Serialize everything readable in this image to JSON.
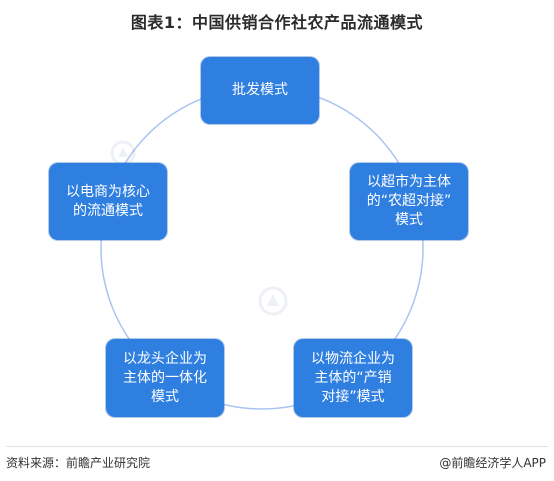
{
  "title": "图表1：中国供销合作社农产品流通模式",
  "nodes": [
    {
      "id": "wholesale",
      "label": "批发模式"
    },
    {
      "id": "supermarket",
      "label": "以超市为主体\n的“农超对接”\n模式"
    },
    {
      "id": "logistics",
      "label": "以物流企业为\n主体的“产销\n对接”模式"
    },
    {
      "id": "leading-enterprise",
      "label": "以龙头企业为\n主体的一体化\n模式"
    },
    {
      "id": "ecommerce",
      "label": "以电商为核心\n的流通模式"
    }
  ],
  "footer": {
    "source": "资料来源：前瞻产业研究院",
    "credit": "@前瞻经济学人APP"
  },
  "colors": {
    "node_fill": "#2f7fe0",
    "ring_stroke": "#a9c4ef"
  },
  "watermark_icon": "qianzhan-logo-icon"
}
